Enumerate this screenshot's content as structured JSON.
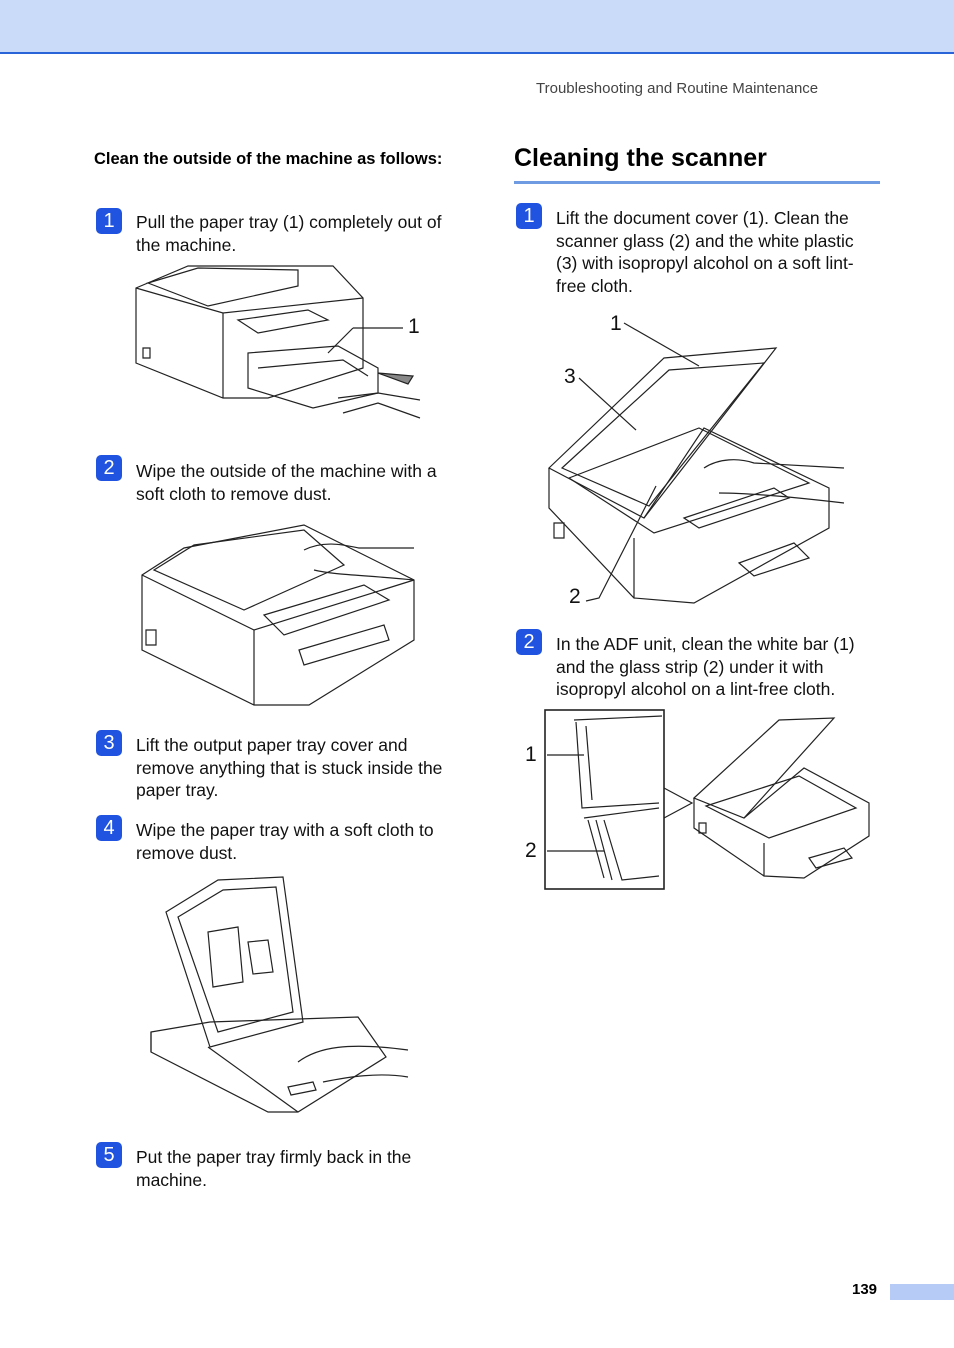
{
  "header": {
    "running_head": "Troubleshooting and Routine Maintenance",
    "band_color": "#c9dbf9",
    "accent_color": "#2a64d9"
  },
  "left": {
    "subhead": "Clean the outside of the machine as follows:",
    "steps": [
      {
        "num": "1",
        "text": "Pull the paper tray (1) completely out of the machine."
      },
      {
        "num": "2",
        "text": "Wipe the outside of the machine with a soft cloth to remove dust."
      },
      {
        "num": "3",
        "text": "Lift the output paper tray cover and remove anything that is stuck inside the paper tray."
      },
      {
        "num": "4",
        "text": "Wipe the paper tray with a soft cloth to remove dust."
      },
      {
        "num": "5",
        "text": "Put the paper tray firmly back in the machine."
      }
    ],
    "figure1_callout": "1"
  },
  "right": {
    "section_title": "Cleaning the scanner",
    "steps": [
      {
        "num": "1",
        "text": "Lift the document cover (1). Clean the scanner glass (2) and the white plastic (3) with isopropyl alcohol on a soft lint-free cloth."
      },
      {
        "num": "2",
        "text": "In the ADF unit, clean the white bar (1) and the glass strip (2) under it with isopropyl alcohol on a lint-free cloth."
      }
    ],
    "scanner_callouts": [
      "1",
      "3",
      "2"
    ],
    "adf_callouts": [
      "1",
      "2"
    ]
  },
  "footer": {
    "page_number": "139"
  },
  "colors": {
    "step_badge": "#1f53e0",
    "section_rule": "#6f9be3"
  }
}
